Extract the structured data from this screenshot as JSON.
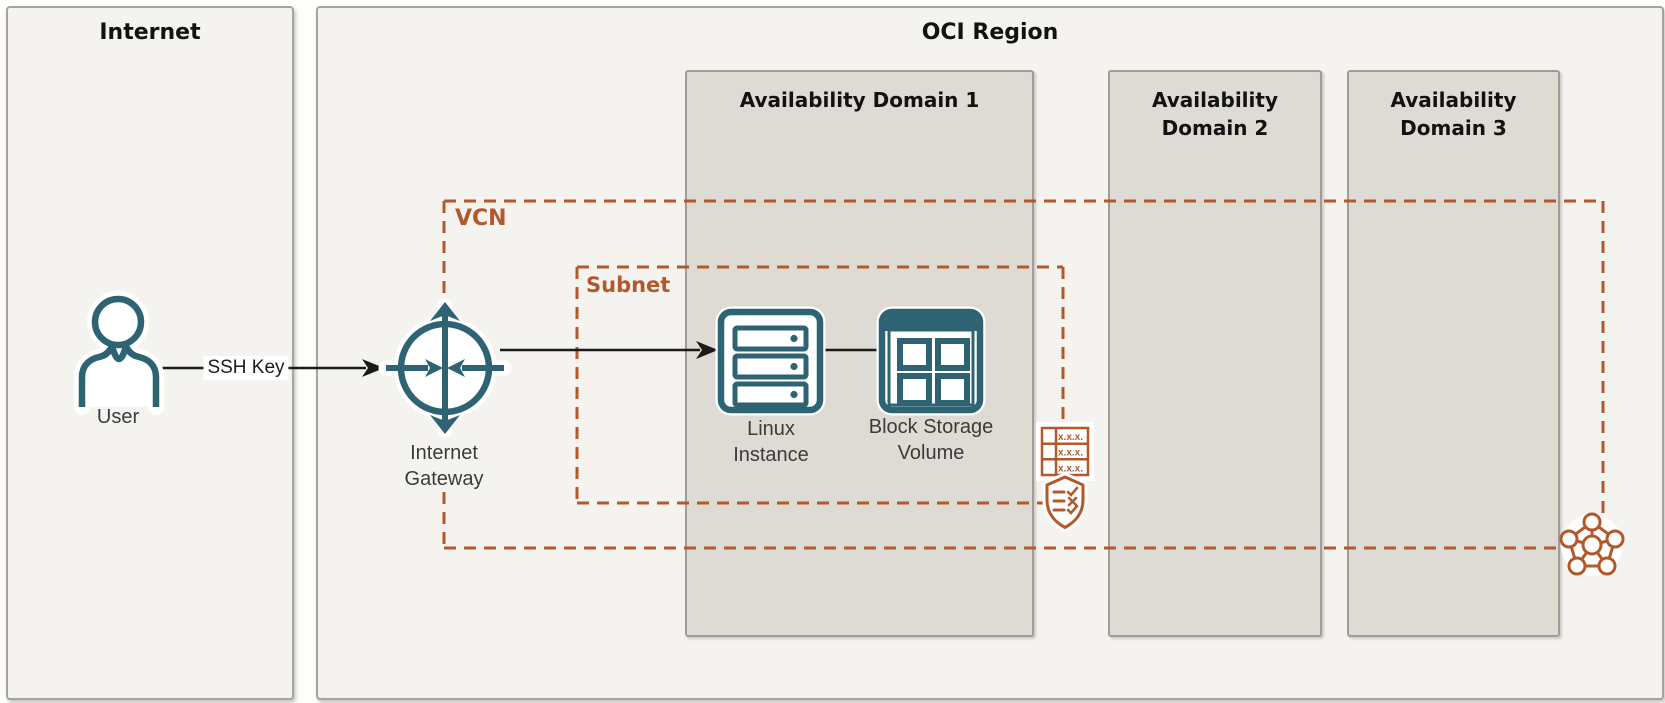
{
  "palette": {
    "icon_teal": "#2e6374",
    "network_rust": "#b2582b",
    "zone_background": "#f5f3f0",
    "availability_domain_background": "#dedbd4",
    "connector_black": "#1b1b1b"
  },
  "internet_box": {
    "title": "Internet"
  },
  "region_box": {
    "title": "OCI Region"
  },
  "availability_domains": [
    {
      "title": "Availability Domain 1"
    },
    {
      "title": "Availability Domain 2"
    },
    {
      "title": "Availability Domain 3"
    }
  ],
  "network": {
    "vcn_label": "VCN",
    "subnet_label": "Subnet"
  },
  "nodes": {
    "user": {
      "label": "User"
    },
    "internet_gateway": {
      "label": "Internet Gateway"
    },
    "linux_instance": {
      "label": "Linux Instance"
    },
    "block_storage": {
      "label": "Block Storage Volume"
    }
  },
  "edges": {
    "ssh_key_label": "SSH Key"
  },
  "icons": {
    "user": {
      "name": "user-icon"
    },
    "internet_gateway": {
      "name": "internet-gateway-icon"
    },
    "linux_instance": {
      "name": "compute-instance-icon"
    },
    "block_storage": {
      "name": "block-storage-icon"
    },
    "route_table": {
      "name": "route-table-icon",
      "cells": [
        "x.x.x.",
        "x.x.x.",
        "x.x.x."
      ]
    },
    "security_list": {
      "name": "security-list-icon"
    },
    "vcn_network": {
      "name": "vcn-network-icon"
    }
  }
}
